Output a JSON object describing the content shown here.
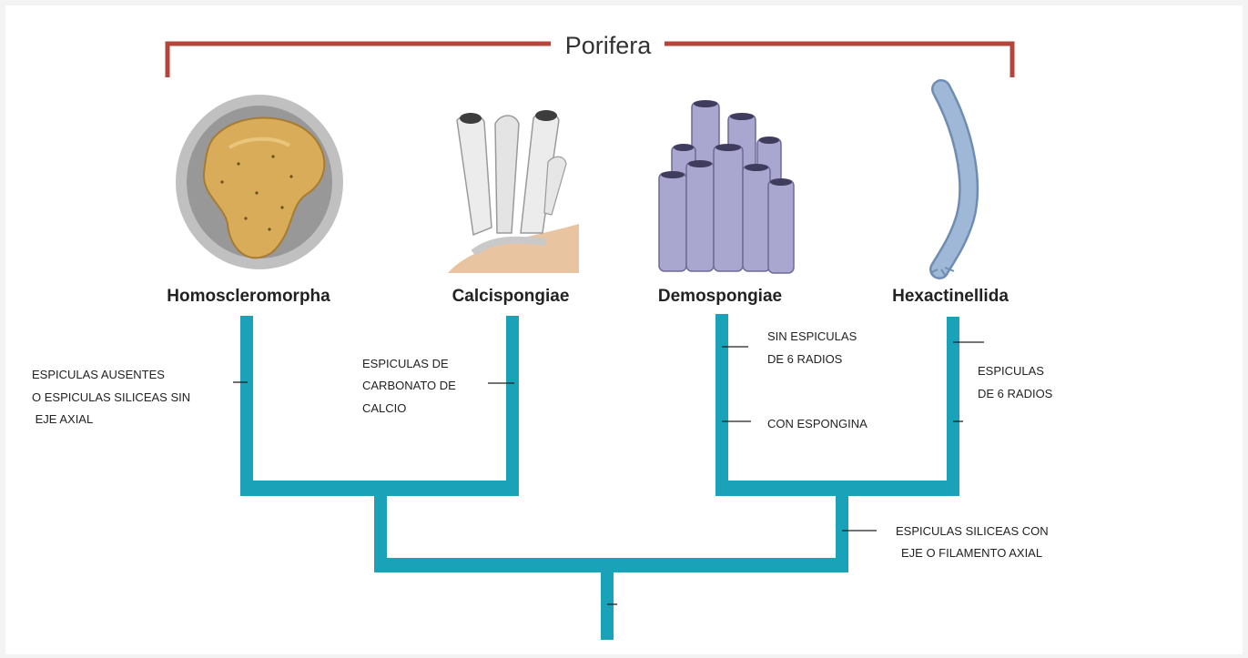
{
  "colors": {
    "bracket": "#b5443a",
    "tree": "#1aa3b8",
    "sponge_yellow": "#d9ac5a",
    "sponge_white": "#ececec",
    "sponge_lavender": "#a9a6cf",
    "sponge_blue": "#9fb8d8"
  },
  "group": {
    "label": "Porifera"
  },
  "taxa": [
    {
      "name": "Homoscleromorpha",
      "icon": "yellow-sponge-icon"
    },
    {
      "name": "Calcispongiae",
      "icon": "white-tube-sponge-icon"
    },
    {
      "name": "Demospongiae",
      "icon": "purple-tube-sponge-icon"
    },
    {
      "name": "Hexactinellida",
      "icon": "glass-sponge-icon"
    }
  ],
  "characters": {
    "homoscleromorpha": [
      "ESPICULAS AUSENTES",
      "O ESPICULAS SILICEAS SIN",
      " EJE AXIAL"
    ],
    "calcispongiae": [
      "ESPICULAS DE",
      "CARBONATO DE",
      "CALCIO"
    ],
    "demo_spicules": [
      "SIN ESPICULAS",
      "DE 6 RADIOS"
    ],
    "demo_spongin": [
      "CON ESPONGINA"
    ],
    "hexactinellida": [
      "ESPICULAS",
      "DE 6 RADIOS"
    ],
    "silicea": [
      "ESPICULAS SILICEAS CON",
      "EJE O FILAMENTO AXIAL"
    ]
  }
}
